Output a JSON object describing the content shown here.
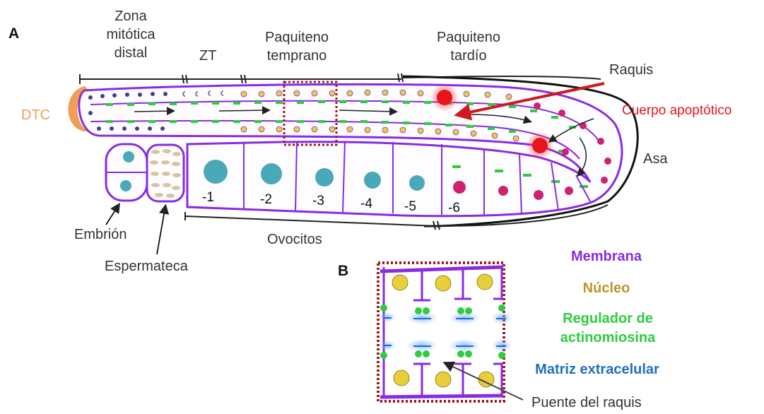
{
  "panels": {
    "a": "A",
    "b": "B"
  },
  "labels": {
    "zona_line1": "Zona",
    "zona_line2": "mitótica",
    "zona_line3": "distal",
    "zt": "ZT",
    "paq_temprano_line1": "Paquiteno",
    "paq_temprano_line2": "temprano",
    "paq_tardio_line1": "Paquiteno",
    "paq_tardio_line2": "tardío",
    "raquis": "Raquis",
    "cuerpo_apoptotico": "Cuerpo apoptótico",
    "dtc": "DTC",
    "asa": "Asa",
    "embrion": "Embrión",
    "espermateca": "Espermateca",
    "ovocitos": "Ovocitos",
    "puente_raquis": "Puente del raquis"
  },
  "oocyte_numbers": [
    "-1",
    "-2",
    "-3",
    "-4",
    "-5",
    "-6"
  ],
  "legend": {
    "membrana": "Membrana",
    "nucleo": "Núcleo",
    "regulador_line1": "Regulador de",
    "regulador_line2": "actinomiosina",
    "matriz": "Matriz extracelular"
  },
  "colors": {
    "membrane": "#8a2be2",
    "nucleus": "#e6cf3a",
    "regulator": "#2ecc40",
    "matrix": "#1f6fc0",
    "apoptotic": "#e8141c",
    "dtc": "#f0a055",
    "mitotic_nuclei": "#4a3a9a",
    "oocyte_nucleus": "#4aa9b8",
    "late_nucleus": "#d02070",
    "dotted_box": "#a01820"
  }
}
